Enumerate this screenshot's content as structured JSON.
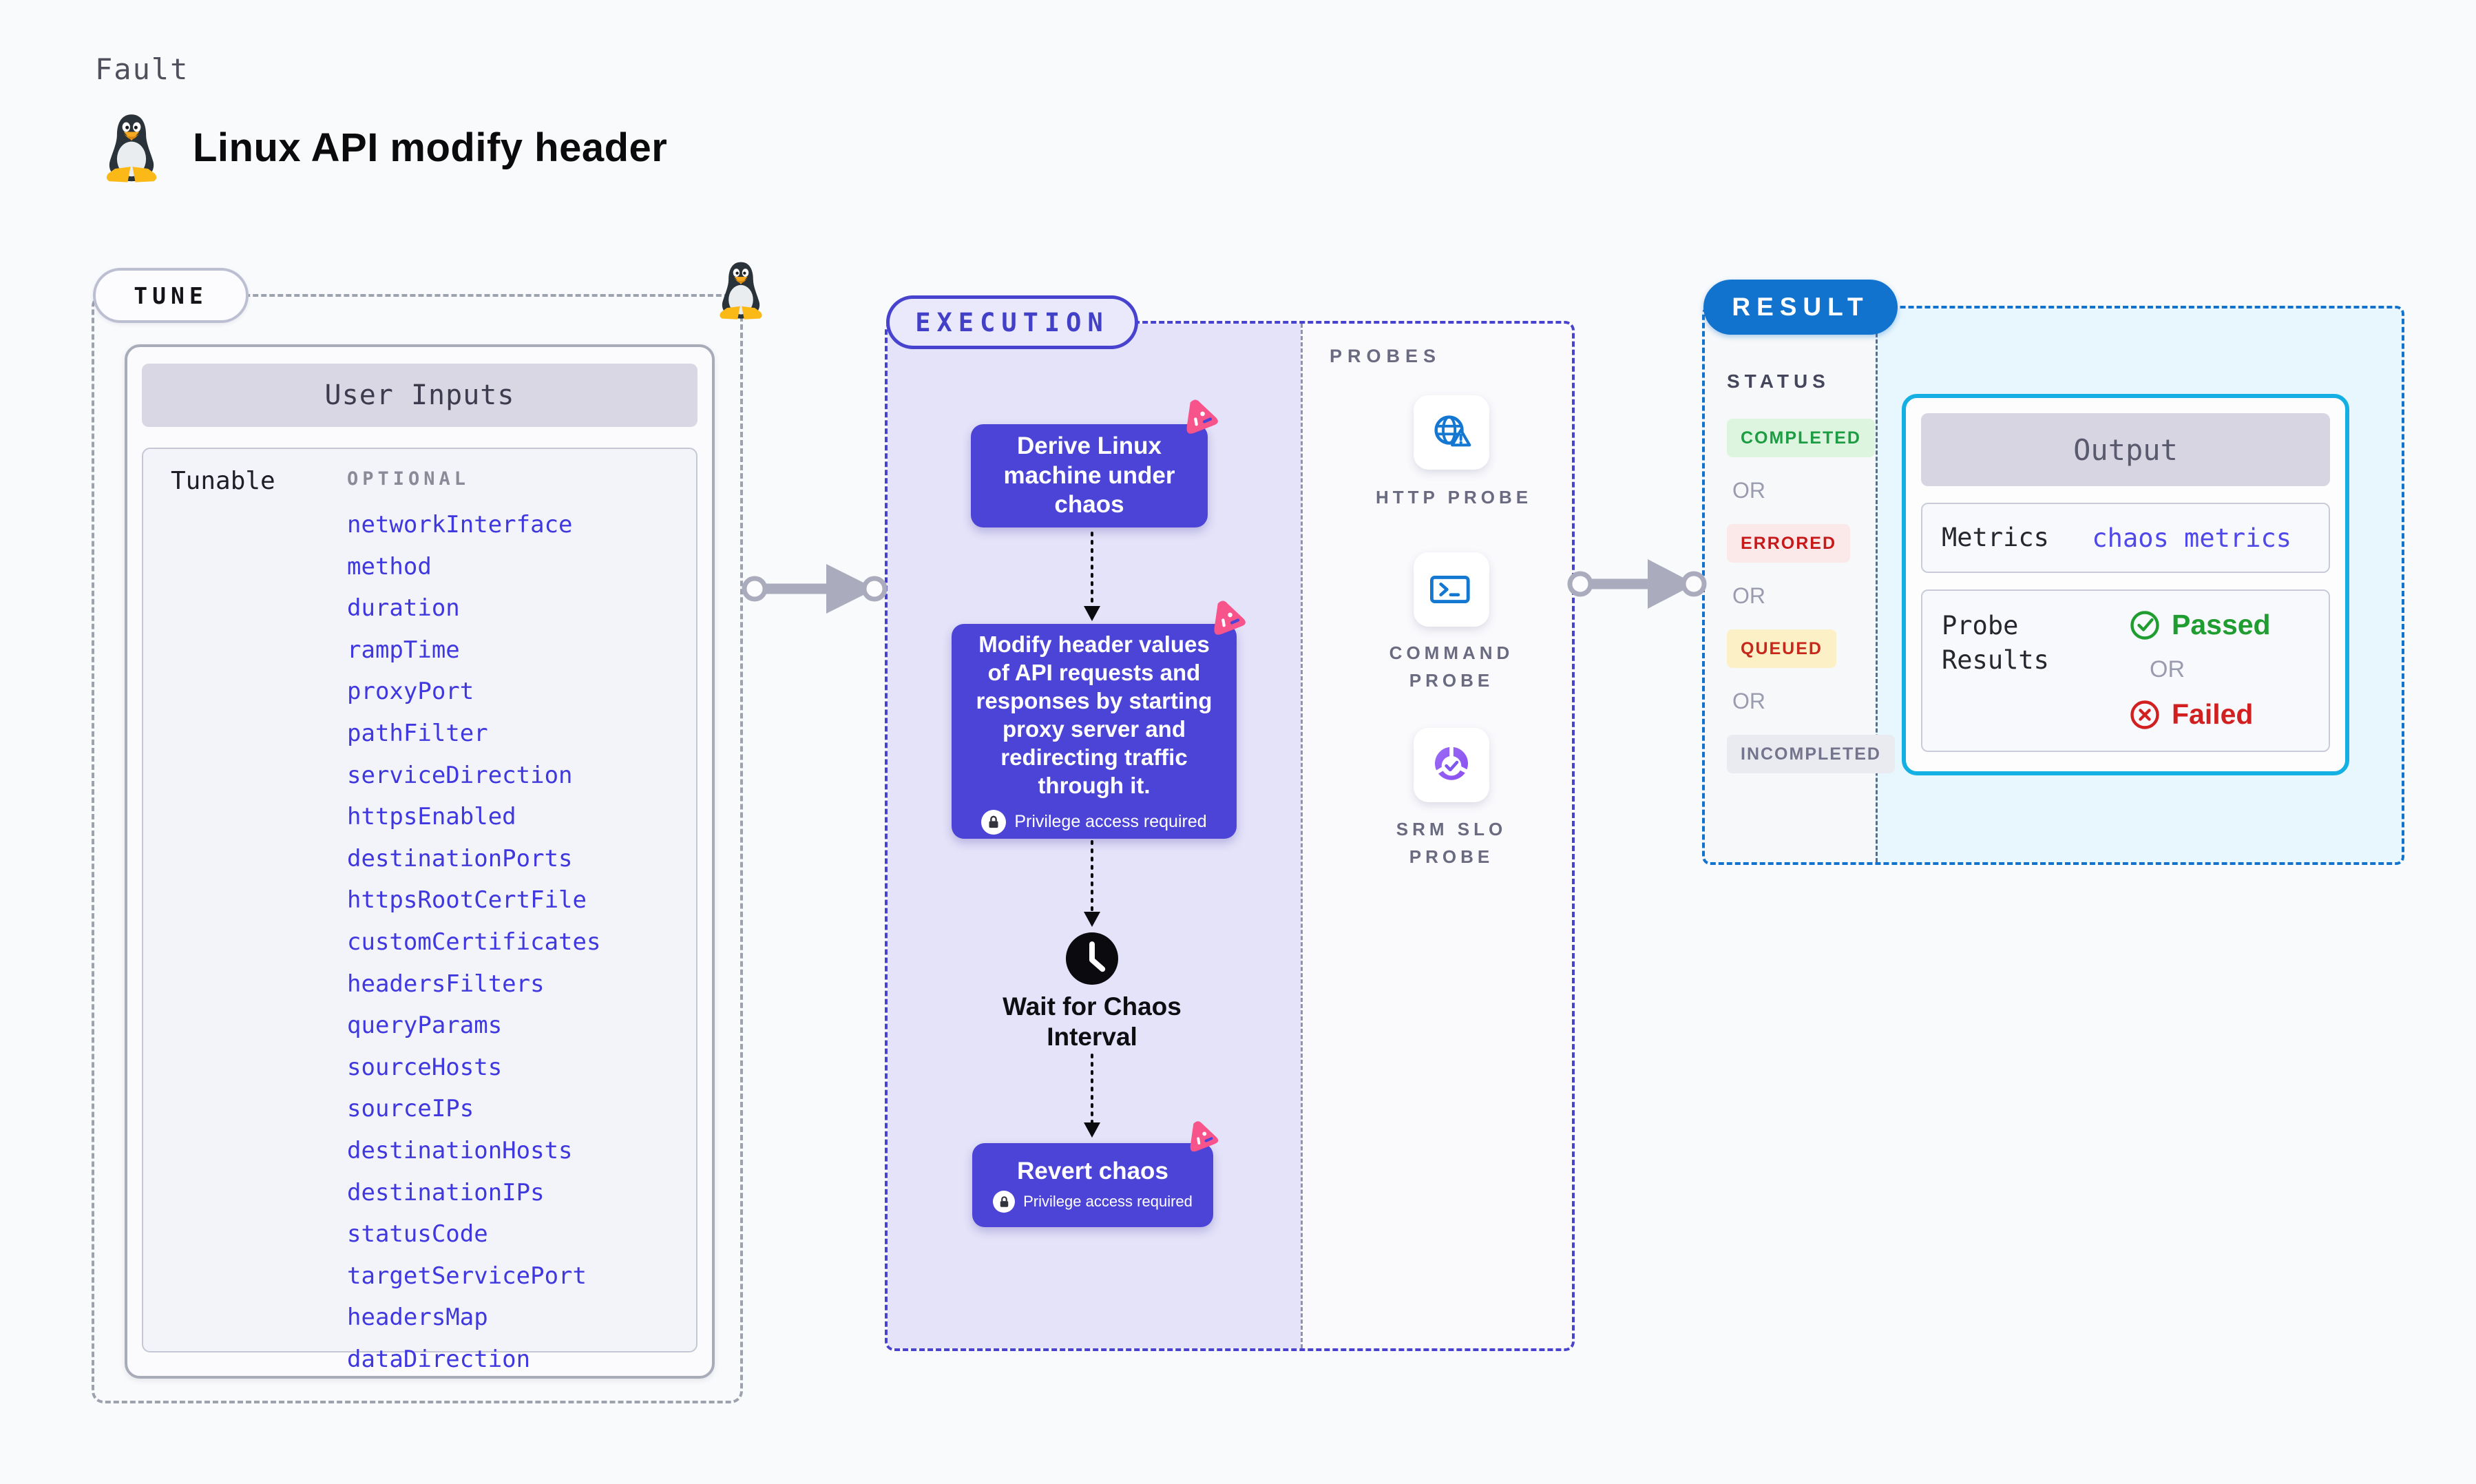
{
  "page": {
    "eyebrow": "Fault",
    "title": "Linux API modify header"
  },
  "tune": {
    "badge": "TUNE",
    "table_title": "User Inputs",
    "row_label": "Tunable",
    "column_label": "OPTIONAL",
    "tunables": [
      "networkInterface",
      "method",
      "duration",
      "rampTime",
      "proxyPort",
      "pathFilter",
      "serviceDirection",
      "httpsEnabled",
      "destinationPorts",
      "httpsRootCertFile",
      "customCertificates",
      "headersFilters",
      "queryParams",
      "sourceHosts",
      "sourceIPs",
      "destinationHosts",
      "destinationIPs",
      "statusCode",
      "targetServicePort",
      "headersMap",
      "dataDirection"
    ]
  },
  "execution": {
    "badge": "EXECUTION",
    "steps": {
      "derive": "Derive Linux machine under chaos",
      "inject": "Modify header values of API requests and responses by starting proxy server and redirecting traffic through it.",
      "wait": "Wait for Chaos Interval",
      "revert": "Revert chaos",
      "privilege_note": "Privilege access required"
    }
  },
  "probes": {
    "label": "PROBES",
    "items": [
      {
        "name": "HTTP PROBE",
        "icon": "globe-alert-icon"
      },
      {
        "name": "COMMAND PROBE",
        "icon": "terminal-icon"
      },
      {
        "name": "SRM SLO PROBE",
        "icon": "slo-donut-icon"
      }
    ]
  },
  "result": {
    "badge": "RESULT",
    "status_label": "STATUS",
    "or_label": "OR",
    "statuses": [
      {
        "label": "COMPLETED",
        "bg": "#DDF5DE",
        "color": "#1C9C43"
      },
      {
        "label": "ERRORED",
        "bg": "#FBE9E9",
        "color": "#C61A1A"
      },
      {
        "label": "QUEUED",
        "bg": "#FBF0C6",
        "color": "#C6281C"
      },
      {
        "label": "INCOMPLETED",
        "bg": "#EAEAF1",
        "color": "#74748C"
      }
    ],
    "output": {
      "title": "Output",
      "metrics_label": "Metrics",
      "metrics_link": "chaos metrics",
      "probe_results_label": "Probe Results",
      "passed": "Passed",
      "or": "OR",
      "failed": "Failed"
    }
  },
  "icons": {
    "tux-icon": "linux penguin",
    "chaos-logo-icon": "pink chaos triangle",
    "lock-icon": "padlock",
    "clock-icon": "clock",
    "globe-alert-icon": "globe with warning triangle",
    "terminal-icon": "command terminal",
    "slo-donut-icon": "purple SLO donut with check",
    "check-circle-icon": "green check in circle",
    "x-circle-icon": "red x in circle"
  },
  "colors": {
    "node_indigo": "#4B44D6",
    "lavender_panel": "#E5E3F9",
    "indigo_border": "#4743CE",
    "result_blue": "#1173CE",
    "output_cyan_border": "#14B0E4",
    "cyan_panel": "#E8F6FD",
    "link_blue": "#4038DF",
    "chaos_pink": "#F8548C",
    "probe_icon_blue": "#1478D2",
    "passed_green": "#1F9D30",
    "failed_red": "#D21F1F"
  }
}
